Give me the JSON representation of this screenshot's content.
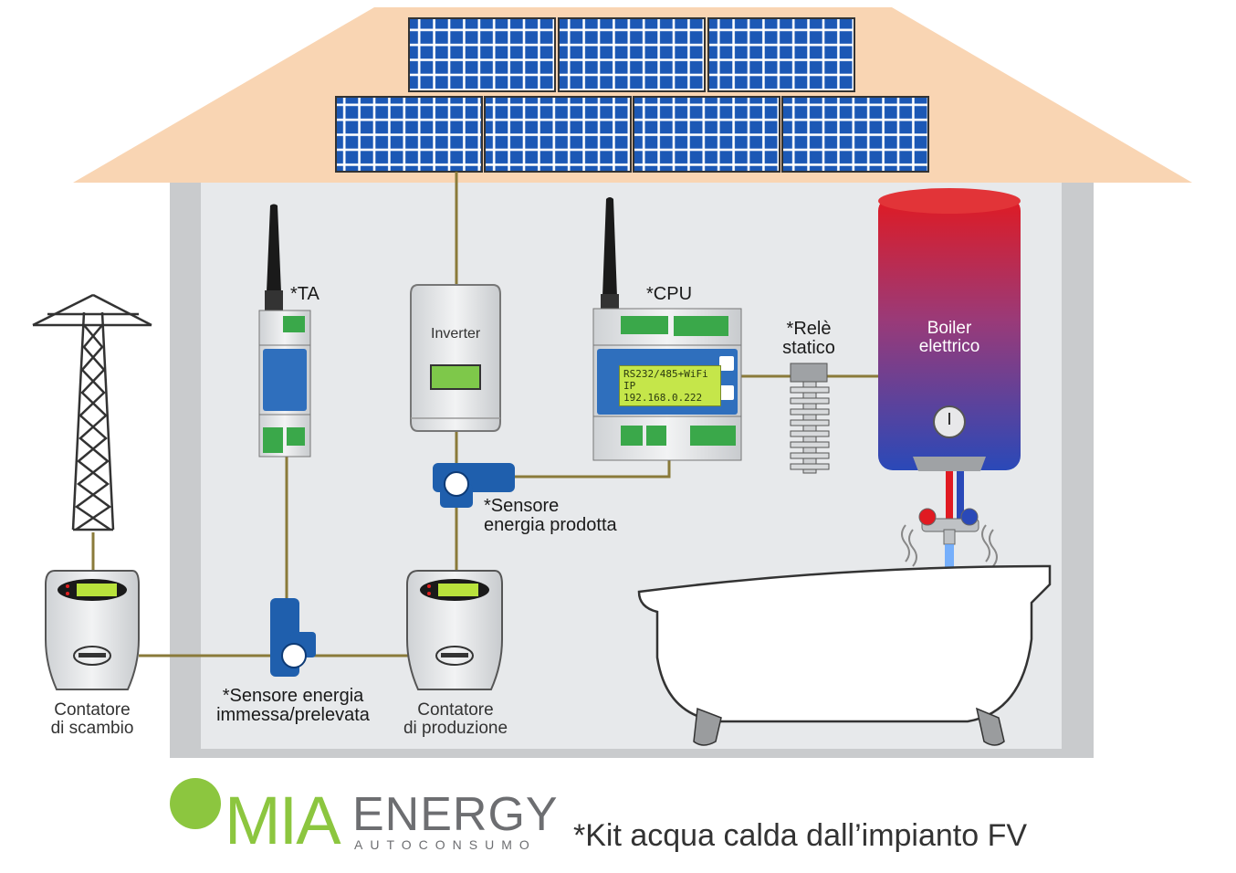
{
  "labels": {
    "ta": "*TA",
    "cpu": "*CPU",
    "inverter": "Inverter",
    "rele_line1": "*Relè",
    "rele_line2": "statico",
    "boiler_line1": "Boiler",
    "boiler_line2": "elettrico",
    "sensore_prodotta_line1": "*Sensore",
    "sensore_prodotta_line2": "energia prodotta",
    "sensore_immessa_line1": "*Sensore energia",
    "sensore_immessa_line2": "immessa/prelevata",
    "contatore_scambio_line1": "Contatore",
    "contatore_scambio_line2": "di scambio",
    "contatore_produzione_line1": "Contatore",
    "contatore_produzione_line2": "di produzione"
  },
  "cpu_display": {
    "line1": "RS232/485+WiFi",
    "line2": "IP 192.168.0.222"
  },
  "logo": {
    "mia": "MIA",
    "energy": "ENERGY",
    "subtitle": "AUTOCONSUMO"
  },
  "caption": "*Kit acqua calda dall’impianto FV",
  "colors": {
    "roof": "#f9d5b3",
    "wall": "#e6e8ea",
    "panel": "#1c58b5",
    "wire": "#8a7a3a",
    "sensor": "#1f5fad",
    "boiler_top": "#e01a22",
    "boiler_bottom": "#2a49b8",
    "logo_green": "#8cc63f"
  }
}
